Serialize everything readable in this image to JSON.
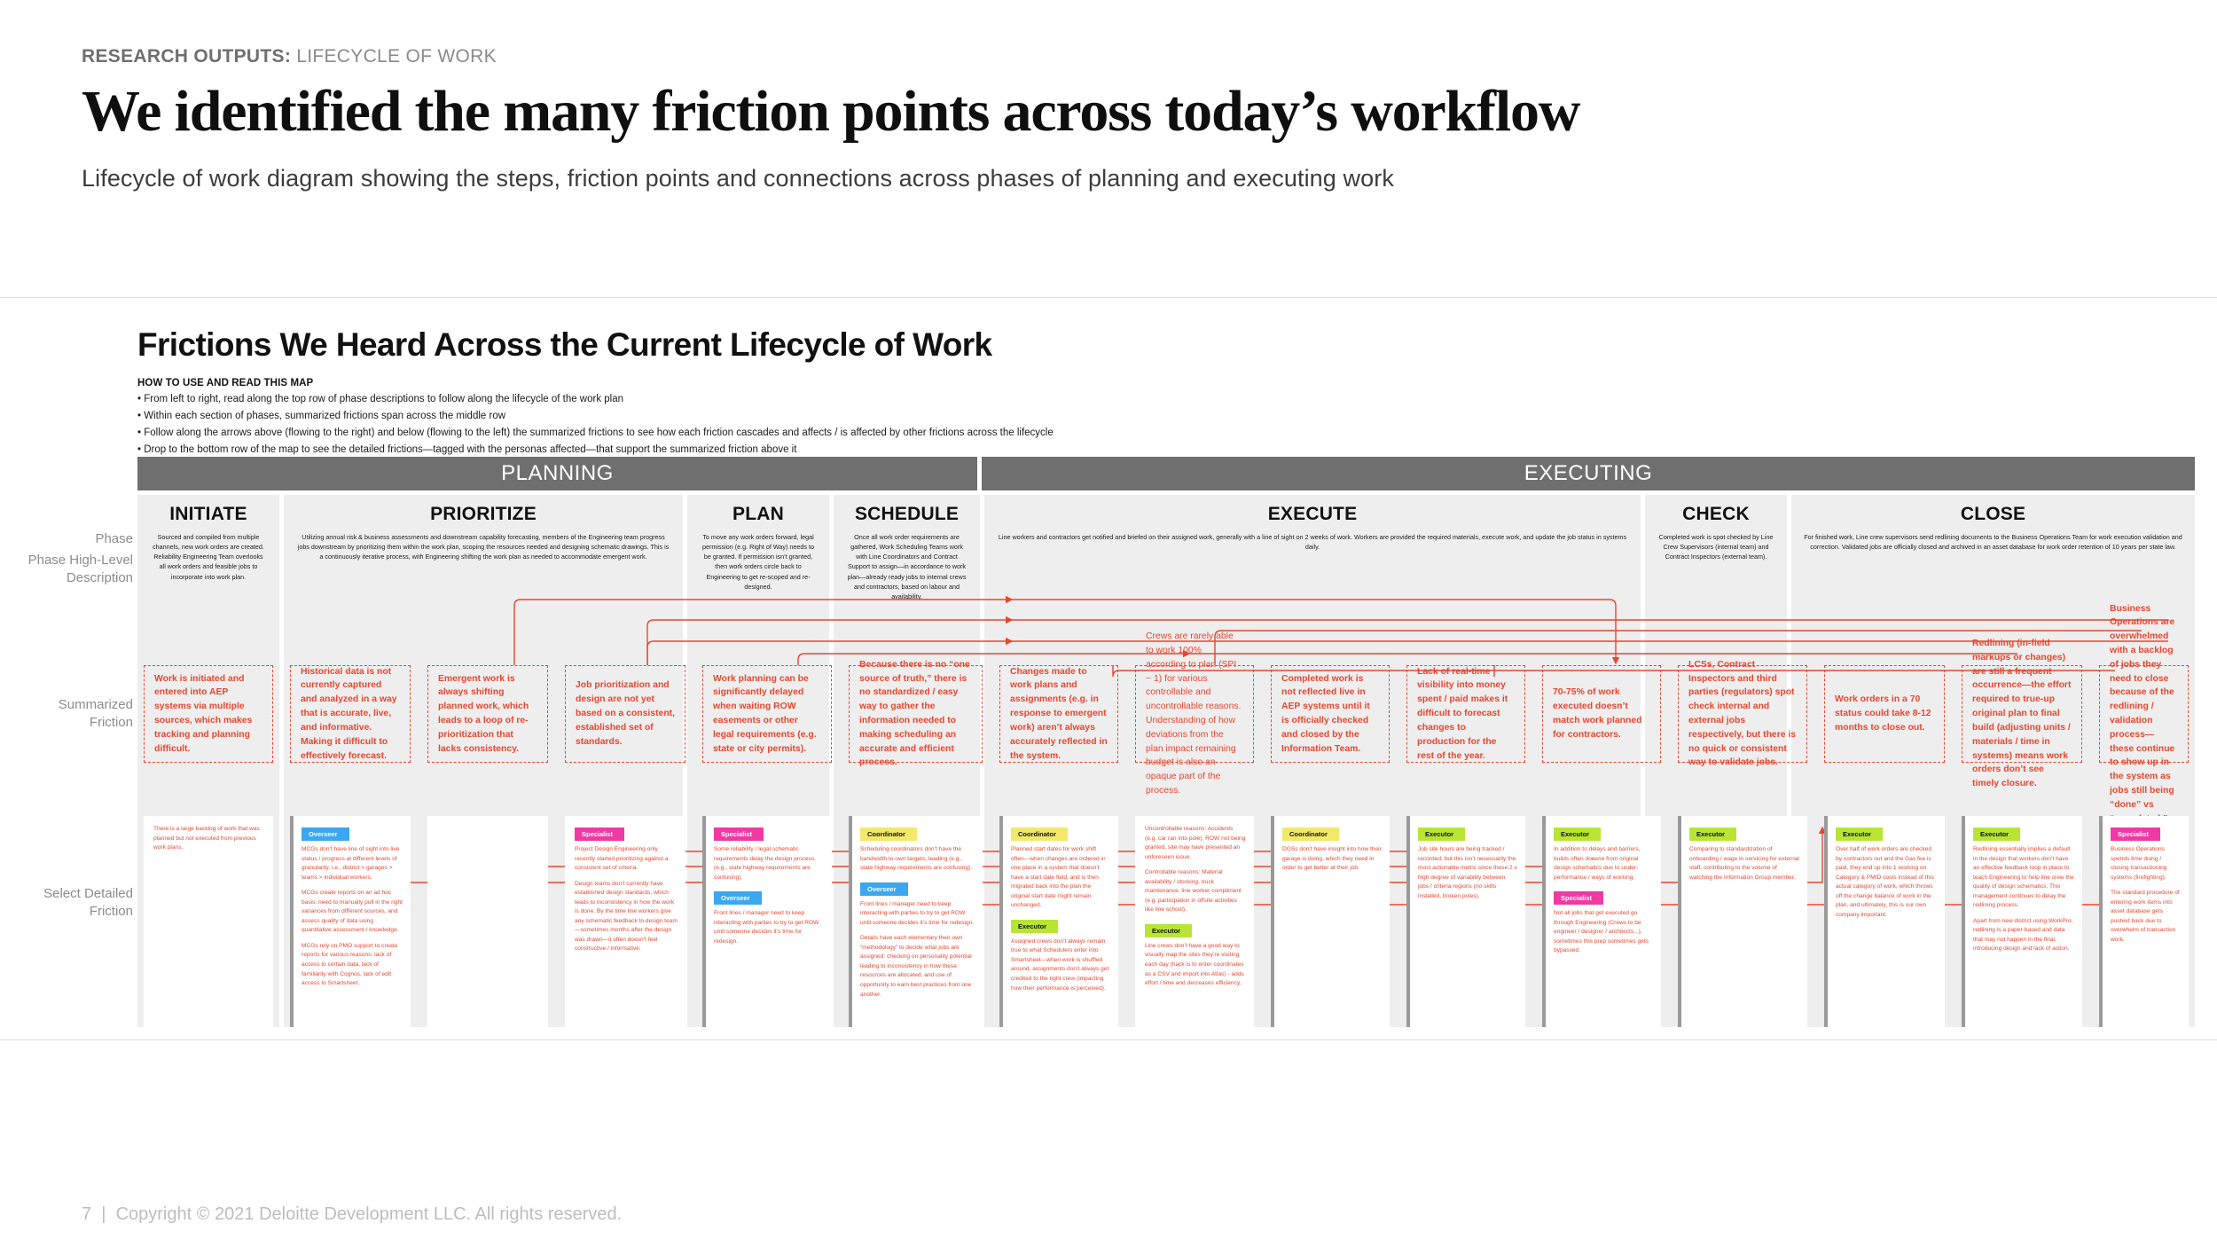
{
  "header": {
    "eyebrow_strong": "RESEARCH OUTPUTS:",
    "eyebrow_rest": " LIFECYCLE OF WORK",
    "title": "We identified the many friction points across today’s workflow",
    "subtitle": "Lifecycle of work diagram showing the steps, friction points and connections across phases of planning and executing work"
  },
  "diagram": {
    "title": "Frictions We Heard Across the Current Lifecycle of Work",
    "howto_heading": "HOW TO USE AND READ THIS MAP",
    "howto_items": [
      "From left to right, read along the top row of phase descriptions to follow along the lifecycle of the work plan",
      "Within each section of phases, summarized frictions span across the middle row",
      "Follow along the arrows above (flowing to the right) and below (flowing to the left) the summarized frictions to see how each friction cascades and affects / is affected by other frictions across the lifecycle",
      "Drop to the bottom row of the map to see the detailed frictions—tagged with the personas affected—that support the summarized friction above it"
    ],
    "row_labels": {
      "phase": "Phase",
      "phase_desc_line1": "Phase High-Level",
      "phase_desc_line2": "Description",
      "summarized_line1": "Summarized",
      "summarized_line2": "Friction",
      "detailed_line1": "Select Detailed",
      "detailed_line2": "Friction"
    },
    "bands": [
      {
        "label": "PLANNING"
      },
      {
        "label": "EXECUTING"
      }
    ],
    "phases": [
      {
        "key": "initiate",
        "name": "INITIATE",
        "description": "Sourced and compiled from multiple channels, new work orders are created. Reliability Engineering Team overlooks all work orders and feasible jobs to incorporate into work plan."
      },
      {
        "key": "prioritize",
        "name": "PRIORITIZE",
        "description": "Utilizing annual risk & business assessments and downstream capability forecasting, members of the Engineering team progress jobs downstream by prioritizing them within the work plan, scoping the resources needed and designing schematic drawings. This is a continuously iterative process, with Engineering shifting the work plan as needed to accommodate emergent work."
      },
      {
        "key": "plan",
        "name": "PLAN",
        "description": "To move any work orders forward, legal permission (e.g. Right of Way) needs to be granted. If permission isn’t granted, then work orders circle back to Engineering to get re-scoped and re-designed."
      },
      {
        "key": "schedule",
        "name": "SCHEDULE",
        "description": "Once all work order requirements are gathered, Work Scheduling Teams work with Line Coordinators and Contract Support to assign—in accordance to work plan—already ready jobs to internal crews and contractors, based on labour and availability."
      },
      {
        "key": "execute",
        "name": "EXECUTE",
        "description": "Line workers and contractors get notified and briefed on their assigned work, generally with a line of sight on 2 weeks of work. Workers are provided the required materials, execute work, and update the job status in systems daily."
      },
      {
        "key": "check",
        "name": "CHECK",
        "description": "Completed work is spot checked by Line Crew Supervisors (internal team) and Contract Inspectors (external team)."
      },
      {
        "key": "close",
        "name": "CLOSE",
        "description": "For finished work, Line crew supervisors send redlining documents to the Business Operations Team for work execution validation and correction. Validated jobs are officially closed and archived in an asset database for work order retention of 10 years per state law."
      }
    ],
    "summarized_frictions": [
      {
        "phase": "initiate",
        "width": 160,
        "bold": true,
        "text": "Work is initiated and entered into AEP systems via multiple sources, which makes tracking and planning difficult."
      },
      {
        "phase": "prioritize",
        "width": 150,
        "bold": true,
        "text": "Historical data is not currently captured and analyzed in a way that is accurate, live, and informative. Making it difficult to effectively forecast."
      },
      {
        "phase": "prioritize",
        "width": 150,
        "bold": true,
        "text": "Emergent work is always shifting planned work, which leads to a loop of re-prioritization that lacks consistency."
      },
      {
        "phase": "prioritize",
        "width": 150,
        "bold": true,
        "text": "Job prioritization and design are not yet based on a consistent, established set of standards."
      },
      {
        "phase": "plan",
        "width": 160,
        "bold": true,
        "text": "Work planning can be significantly delayed when waiting ROW easements or other legal requirements (e.g. state or city permits)."
      },
      {
        "phase": "schedule",
        "width": 165,
        "bold": true,
        "text": "Because there is no “one source of truth,” there is no standardized / easy way to gather the information needed to making scheduling an accurate and efficient process."
      },
      {
        "phase": "execute",
        "width": 148,
        "bold": true,
        "text": "Changes made to work plans and assignments (e.g. in response to emergent work) aren’t always accurately reflected in the system."
      },
      {
        "phase": "execute",
        "width": 148,
        "bold": false,
        "text": "Crews are rarely able to work 100% according to plan (SPI ~ 1) for various controllable and uncontrollable reasons. Understanding of how deviations from the plan impact remaining budget is also an opaque part of the process."
      },
      {
        "phase": "execute",
        "width": 148,
        "bold": true,
        "text": "Completed work is not reflected live in AEP systems until it is officially checked and closed by the Information Team."
      },
      {
        "phase": "execute",
        "width": 148,
        "bold": true,
        "text": "Lack of real-time visibility into money spent / paid makes it difficult to forecast changes to production for the rest of the year."
      },
      {
        "phase": "execute",
        "width": 148,
        "bold": true,
        "text": "70-75% of work executed doesn’t match work planned for contractors."
      },
      {
        "phase": "check",
        "width": 160,
        "bold": true,
        "text": "LCSs, Contract Inspectors and third parties (regulators) spot check internal and external jobs respectively, but there is no quick or consistent way to validate jobs."
      },
      {
        "phase": "close",
        "width": 150,
        "bold": true,
        "text": "Work orders in a 70 status could take 8-12 months to close out."
      },
      {
        "phase": "close",
        "width": 150,
        "bold": true,
        "text": "Redlining (in-field markups or changes) are still a frequent occurrence—the effort required to true-up original plan to final build (adjusting units / materials / time in systems) means work orders don’t see timely closure."
      },
      {
        "phase": "close",
        "width": 150,
        "bold": true,
        "text": "Business Operations are overwhelmed with a backlog of jobs they need to close because of the redlining / validation process—these continue to show up in the system as jobs still being “done” vs “completed.”"
      }
    ],
    "detailed_frictions": [
      {
        "width": 160,
        "bar": false,
        "entries": [
          {
            "tag": null,
            "text": "There is a large backlog of work that was planned but not executed from previous work plans."
          }
        ]
      },
      {
        "width": 150,
        "bar": true,
        "entries": [
          {
            "tag": "Overseer",
            "text": "MCGs don’t have line of sight into live status / progress at different levels of granularity, i.e., district > garages > teams > individual workers."
          },
          {
            "tag": null,
            "text": "MCGs create reports on an ad hoc basis: need to manually pull in the right variances from different sources, and assess quality of data using quantitative assessment / knowledge."
          },
          {
            "tag": null,
            "text": "MCGs rely on PMO support to create reports for various reasons: lack of access to certain data, lack of familiarity with Cognos, lack of edit access to Smartsheet."
          }
        ]
      },
      {
        "width": 150,
        "bar": false,
        "entries": []
      },
      {
        "width": 150,
        "bar": false,
        "entries": [
          {
            "tag": "Specialist",
            "text": "Project Design Engineering only recently started prioritizing against a consistent set of criteria."
          },
          {
            "tag": null,
            "text": "Design teams don’t currently have established design standards, which leads to inconsistency in how the work is done. By the time line workers give any schematic feedback to design team—sometimes months after the design was drawn—it often doesn’t feel constructive / informative."
          }
        ]
      },
      {
        "width": 160,
        "bar": true,
        "entries": [
          {
            "tag": "Specialist",
            "text": "Some reliability / legal schematic requirements delay the design process, (e.g., state highway requirements are confusing)."
          },
          {
            "tag": "Overseer",
            "text": "Front lines / manager need to keep interacting with parties to try to get ROW until someone decides it’s time for redesign."
          }
        ]
      },
      {
        "width": 165,
        "bar": true,
        "entries": [
          {
            "tag": "Coordinator",
            "text": "Scheduling coordinators don’t have the bandwidth to own targets, leading (e.g., state highway requirements are confusing)."
          },
          {
            "tag": "Overseer",
            "text": "Front lines / manager need to keep interacting with parties to try to get ROW until someone decides it’s time for redesign."
          },
          {
            "tag": null,
            "text": "Details have each elementary their own “methodology” to decide what jobs are assigned: checking on personality potential leading to inconsistency in how these resources are allocated, and use of opportunity to earn best practices from one another."
          }
        ]
      },
      {
        "width": 148,
        "bar": true,
        "entries": [
          {
            "tag": "Coordinator",
            "text": "Planned start dates for work shift often—when changes are ordered in one place in a system that doesn’t have a start date field, and is then migrated back into the plan the original start date might remain unchanged."
          },
          {
            "tag": "Executor",
            "text": "Assigned crews don’t always remain true to what Schedulers enter into Smartsheet—when work is shuffled around, assignments don’t always get credited to the right crew (impacting how their performance is perceived)."
          }
        ]
      },
      {
        "width": 148,
        "bar": false,
        "entries": [
          {
            "tag": null,
            "text": "Uncontrollable reasons: Accidents (e.g. car ran into pole), ROW not being granted, site may have presented an unforeseen issue."
          },
          {
            "tag": null,
            "text": "Controllable reasons: Material availability / stocking, truck maintenance, line worker compliment (e.g. participation in offsite activities like line school)."
          },
          {
            "tag": "Executor",
            "text": "Line crews don’t have a good way to visually map the sites they’re visiting each day (hack is to enter coordinates as a CSV and import into Atlas) - adds effort / time and decreases efficiency."
          }
        ]
      },
      {
        "width": 148,
        "bar": true,
        "entries": [
          {
            "tag": "Coordinator",
            "text": "DGSs don’t have insight into how their garage is doing, which they need in order to get better at their job."
          }
        ]
      },
      {
        "width": 148,
        "bar": true,
        "entries": [
          {
            "tag": "Executor",
            "text": "Job site hours are being tracked / recorded, but this isn’t necessarily the most actionable metric since these 2 x high degree of variability between jobs / criteria regions (no skills installed, broken poles)."
          }
        ]
      },
      {
        "width": 148,
        "bar": true,
        "entries": [
          {
            "tag": "Executor",
            "text": "In addition to delays and barriers, builds often dовели from original design schematics due to under-performance / ways of working."
          },
          {
            "tag": "Specialist",
            "text": "Not all jobs that get executed go through Engineering (Crews to be engineer / designer / architects...), sometimes this prep sometimes gets bypassed."
          }
        ]
      },
      {
        "width": 160,
        "bar": true,
        "entries": [
          {
            "tag": "Executor",
            "text": "Comparing to standardization of onboarding / wage in servicing for external staff, contributing to the volume of watching the Information Group member."
          }
        ]
      },
      {
        "width": 150,
        "bar": true,
        "entries": [
          {
            "tag": "Executor",
            "text": "Over half of work orders are checked by contractors out and the Gas fee is paid, they end up into 1 working on Category & PMID costs instead of this actual category of work, which throws off the change balance of work in the plan, and ultimately, this is our own company important."
          }
        ]
      },
      {
        "width": 150,
        "bar": true,
        "entries": [
          {
            "tag": "Executor",
            "text": "Redlining essentially implies a default in the design that workers don’t have an effective feedback loop in place to teach Engineering to help line crew the quality of design schematics. This management continues to delay the redlining process."
          },
          {
            "tag": null,
            "text": "Apart from new district using WorkPro, redlining is a paper-based and data that may not happen in the final, introducing design and lack of action."
          }
        ]
      },
      {
        "width": 150,
        "bar": true,
        "entries": [
          {
            "tag": "Specialist",
            "text": "Business Operations spends time doing / closing transactioning systems (firefighting)."
          },
          {
            "tag": null,
            "text": "The standard procedure of entering work items into asset database gets pushed back due to overwhelm of transaction work."
          }
        ]
      }
    ]
  },
  "footer": {
    "page": "7",
    "separator": "|",
    "copyright": "Copyright © 2021 Deloitte Development LLC. All rights reserved."
  }
}
